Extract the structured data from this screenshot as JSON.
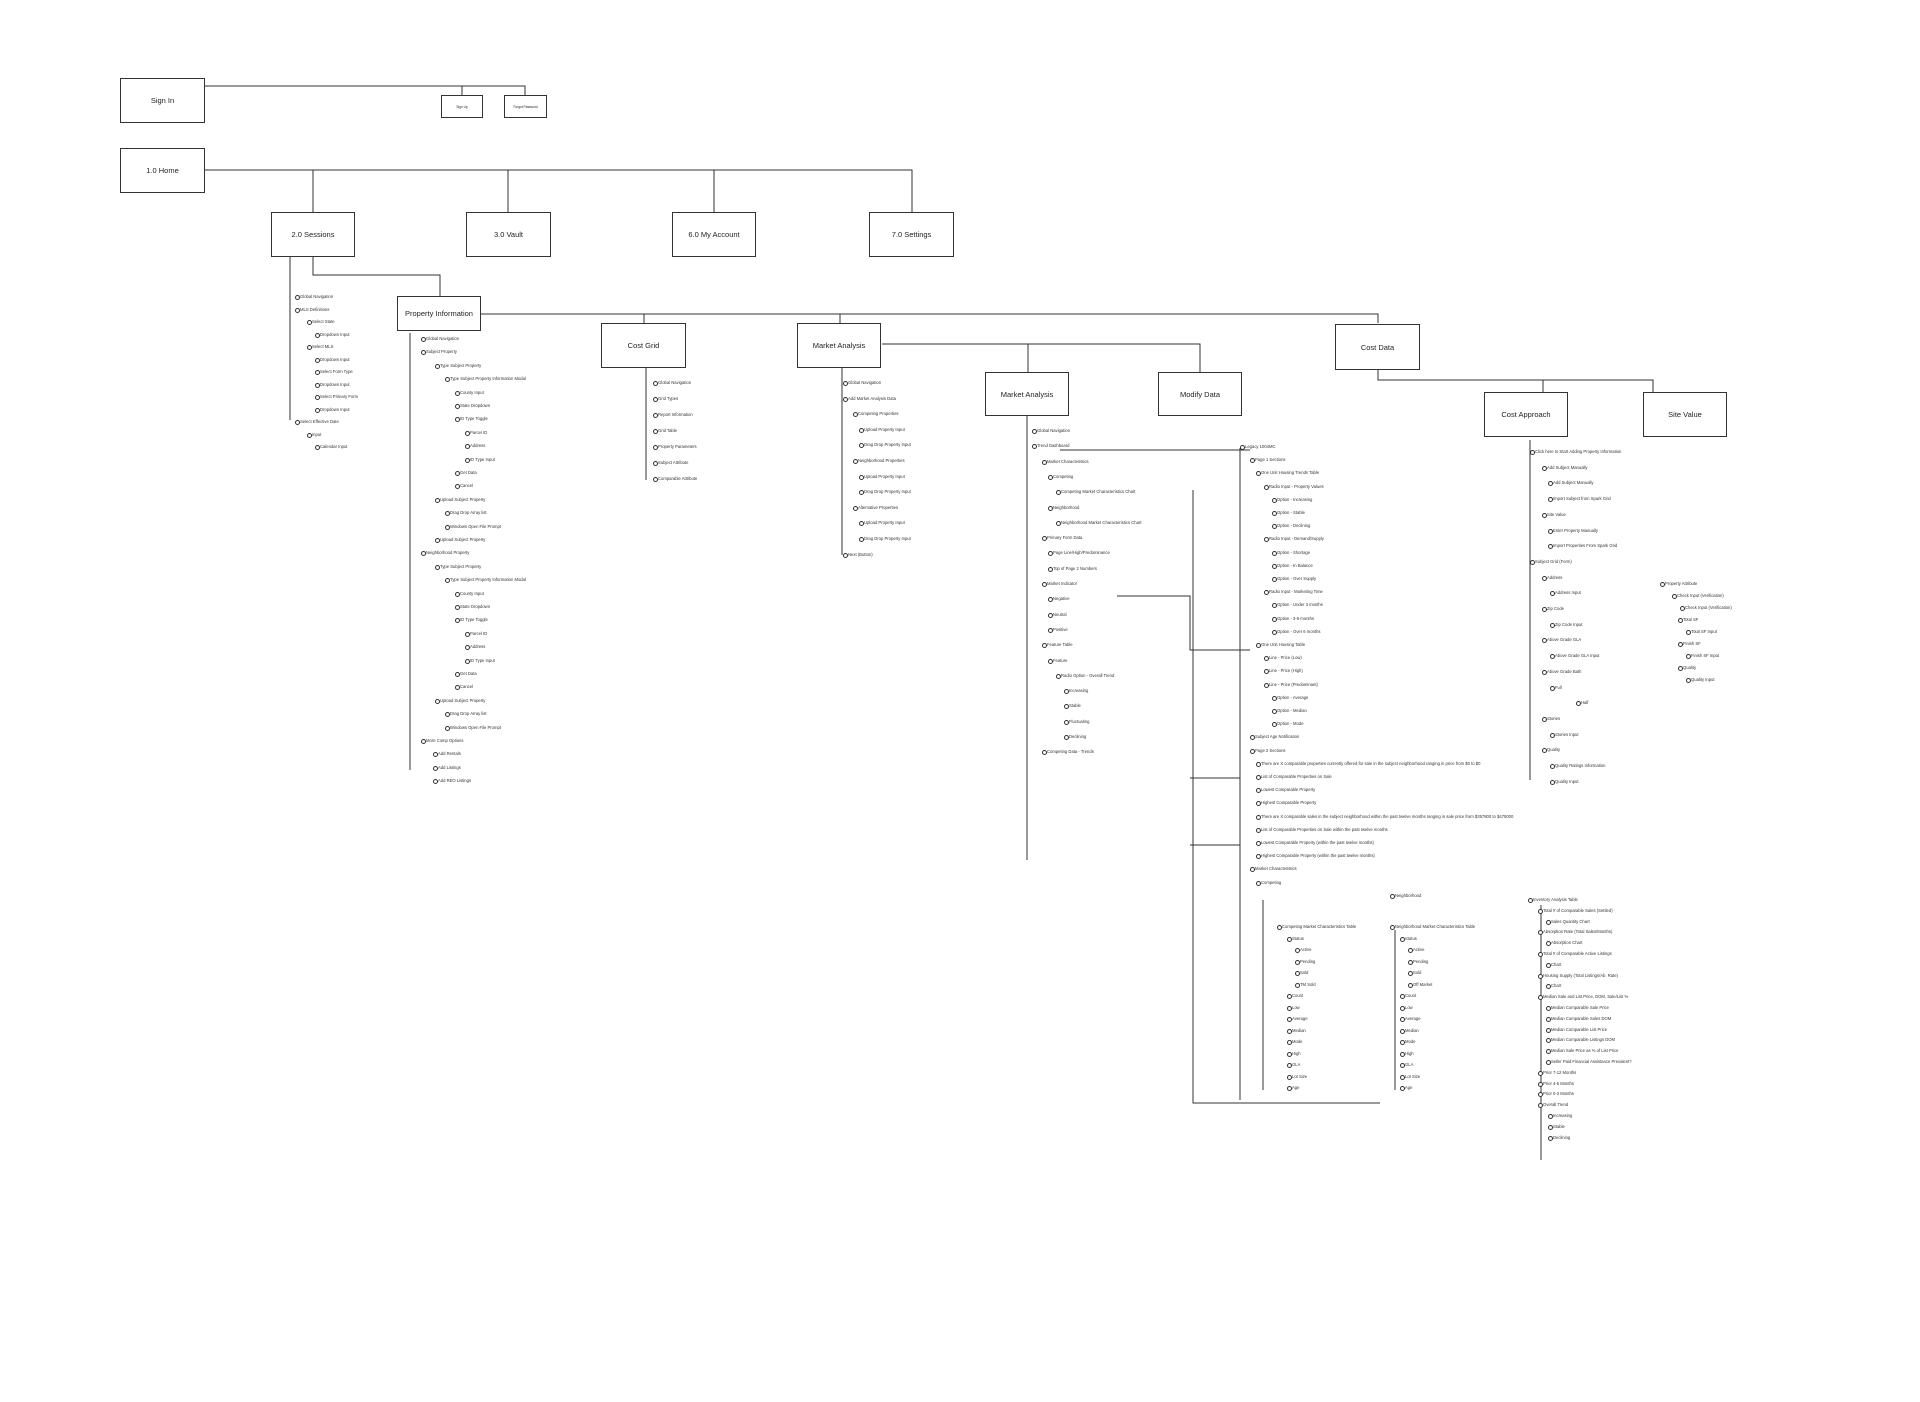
{
  "boxes": {
    "sign_in": "Sign In",
    "sign_up": "Sign Up",
    "forgot_password": "Forgot Password",
    "home": "1.0 Home",
    "sessions": "2.0 Sessions",
    "vault": "3.0 Vault",
    "my_account": "6.0 My Account",
    "settings": "7.0 Settings",
    "property_information": "Property Information",
    "cost_grid": "Cost Grid",
    "market_analysis_1": "Market Analysis",
    "market_analysis_2": "Market Analysis",
    "modify_data": "Modify Data",
    "cost_data": "Cost Data",
    "cost_approach": "Cost Approach",
    "site_value": "Site Value"
  },
  "lists": {
    "sessions": [
      "Global Navigation",
      "MLS Definitions",
      "Select State",
      "Dropdown Input",
      "Select MLS",
      "Dropdown Input",
      "Select Form Type",
      "Dropdown Input",
      "Select Primary Form",
      "Dropdown Input",
      "Select Effective Date",
      "Input",
      "Calendar Input"
    ],
    "property_info": [
      "Global Navigation",
      "Subject Property",
      "Type Subject Property",
      "Type Subject Property Information Modal",
      "County Input",
      "State Dropdown",
      "ID Type Toggle",
      "Parcel ID",
      "Address",
      "ID Type Input",
      "Get Data",
      "Cancel",
      "Upload Subject Property",
      "Drag Drop Array list",
      "Windows Open File Prompt",
      "Upload Subject Property",
      "Neighborhood Property",
      "Type Subject Property",
      "Type Subject Property Information Modal",
      "County Input",
      "State Dropdown",
      "ID Type Toggle",
      "Parcel ID",
      "Address",
      "ID Type Input",
      "Get Data",
      "Cancel",
      "Upload Subject Property",
      "Drag Drop Array list",
      "Windows Open File Prompt",
      "More Comp Options",
      "Add Rentals",
      "Add Listings",
      "Add REO Listings"
    ],
    "cost_grid": [
      "Global Navigation",
      "Grid Types",
      "Report Information",
      "Grid Table",
      "Property Parameters",
      "Subject Attribute",
      "Comparable Attribute"
    ],
    "market_analysis_1": [
      "Global Navigation",
      "Add Market Analysis Data",
      "Competing Properties",
      "Upload Property Input",
      "Drag Drop Property Input",
      "Neighborhood Properties",
      "Upload Property Input",
      "Drag Drop Property Input",
      "Alternative Properties",
      "Upload Property Input",
      "Drag Drop Property Input",
      "Next (Button)"
    ],
    "market_analysis_2": [
      "Global Navigation",
      "Trend Dashboard",
      "Market Characteristics",
      "Competing",
      "Competing Market Characteristics Chart",
      "Neighborhood",
      "Neighborhood Market Characteristics Chart",
      "Primary Form Data",
      "Page Line/High/Predominance",
      "Top of Page 2 Numbers",
      "Market Indicator",
      "Negative",
      "Neutral",
      "Positive",
      "Feature Table",
      "Feature",
      "Radio Option - Overall Trend",
      "Increasing",
      "Stable",
      "Fluctuating",
      "Declining",
      "Competing Data - Trends"
    ],
    "legacy": [
      "Legacy 1004MC",
      "Page 1 Sections",
      "One Unit Housing Trends Table",
      "Radio Input - Property Values",
      "Option - Increasing",
      "Option - Stable",
      "Option - Declining",
      "Radio Input - Demand/Supply",
      "Option - Shortage",
      "Option - In Balance",
      "Option - Over Supply",
      "Radio Input - Marketing Time",
      "Option - Under 3 months",
      "Option - 3-6 months",
      "Option - Over 6 months",
      "One Unit Housing Table",
      "Line - Price (Low)",
      "Line - Price (High)",
      "Line - Price (Predominant)",
      "Option - Average",
      "Option - Median",
      "Option - Mode",
      "Subject Age Notification",
      "Page 2 Sections",
      "There are X comparable properties currently offered for sale in the subject neighborhood ranging in price from $0 to $0",
      "List of Comparable Properties on Sale",
      "Lowest Comparable Property",
      "Highest Comparable Property",
      "There are X comparable sales in the subject neighborhood within the past twelve months ranging in sale price from $357800 to $475000",
      "List of Comparable Properties on Sale within the past twelve months",
      "Lowest Comparable Property (within the past twelve months)",
      "Highest Comparable Property (within the past twelve months)",
      "Market Characteristics",
      "Competing",
      "Neighborhood"
    ],
    "competing_table": [
      "Competing Market Characteristics Table",
      "Status",
      "Active",
      "Pending",
      "Sold",
      "TM Sold",
      "Count",
      "Low",
      "Average",
      "Median",
      "Mode",
      "High",
      "GLA",
      "Lot Size",
      "Age"
    ],
    "neighborhood_table": [
      "Neighborhood Market Characteristics Table",
      "Status",
      "Active",
      "Pending",
      "Sold",
      "Off Market",
      "Count",
      "Low",
      "Average",
      "Median",
      "Mode",
      "High",
      "GLA",
      "Lot Size",
      "Age"
    ],
    "cost_approach": [
      "Click here to Start Adding Property Information",
      "Add Subject Manually",
      "Add Subject Manually",
      "Import Subject from Spark Grid",
      "Site Value",
      "Enter Property Manually",
      "Import Properties From Spark Grid",
      "Subject Grid (Form)",
      "Address",
      "Address Input",
      "Zip Code",
      "Zip Code Input",
      "Above Grade GLA",
      "Above Grade GLA Input",
      "Above Grade Bath",
      "Full",
      "Half",
      "Stories",
      "Stories Input",
      "Quality",
      "Quality Ratings Information",
      "Quality Input"
    ],
    "property_attribute": [
      "Property Attribute",
      "Check Input (Verification)",
      "Check Input (Verification)",
      "Total SF",
      "Total SF Input",
      "Finish SF",
      "Finish SF Input",
      "Quality",
      "Quality Input"
    ],
    "inventory": [
      "Inventory Analysis Table",
      "Total # of Comparable Sales (Settled)",
      "Sales Quantity Chart",
      "Absorption Rate (Total Sales/Months)",
      "Absorption Chart",
      "Total # of Comparable Active Listings",
      "Chart",
      "Housing Supply (Total Listings/Ab. Rate)",
      "Chart",
      "Median Sale and List Price, DOM, Sale/List %",
      "Median Comparable Sale Price",
      "Median Comparable Sales DOM",
      "Median Comparable List Price",
      "Median Comparable Listings DOM",
      "Median Sale Price as % of List Price",
      "Seller Paid Financial Assistance Prevalent?",
      "Prior 7-12 Months",
      "Prior 4-6 Months",
      "Prior 0-3 Months",
      "Overall Trend",
      "Increasing",
      "Stable",
      "Declining"
    ]
  }
}
